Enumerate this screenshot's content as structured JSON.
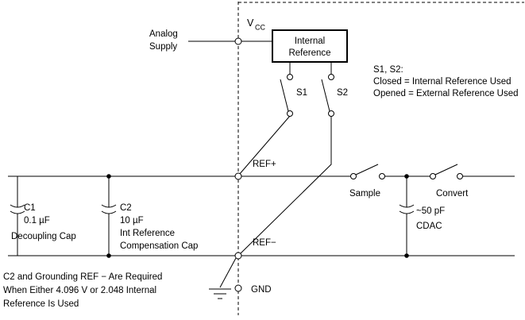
{
  "colors": {
    "line": "#000000",
    "background": "#ffffff",
    "text": "#000000"
  },
  "diagram": {
    "supply": {
      "line1": "Analog",
      "line2": "Supply"
    },
    "vcc": {
      "base": "V",
      "sub": "CC"
    },
    "reference_box": {
      "line1": "Internal",
      "line2": "Reference"
    },
    "switches": {
      "s1": "S1",
      "s2": "S2",
      "sample": "Sample",
      "convert": "Convert"
    },
    "switch_legend": {
      "line1": "S1, S2:",
      "line2": "Closed = Internal Reference Used",
      "line3": "Opened = External Reference Used"
    },
    "pins": {
      "ref_plus": "REF+",
      "ref_minus": "REF−",
      "gnd": "GND"
    },
    "c1": {
      "name": "C1",
      "value": "0.1 µF",
      "desc": "Decoupling Cap"
    },
    "c2": {
      "name": "C2",
      "value": "10 µF",
      "desc1": "Int Reference",
      "desc2": "Compensation Cap"
    },
    "cdac": {
      "value": "~50 pF",
      "name": "CDAC"
    },
    "note": {
      "line1": "C2 and Grounding REF − Are Required",
      "line2": "When Either 4.096 V or 2.048 Internal",
      "line3": "Reference Is Used"
    }
  }
}
